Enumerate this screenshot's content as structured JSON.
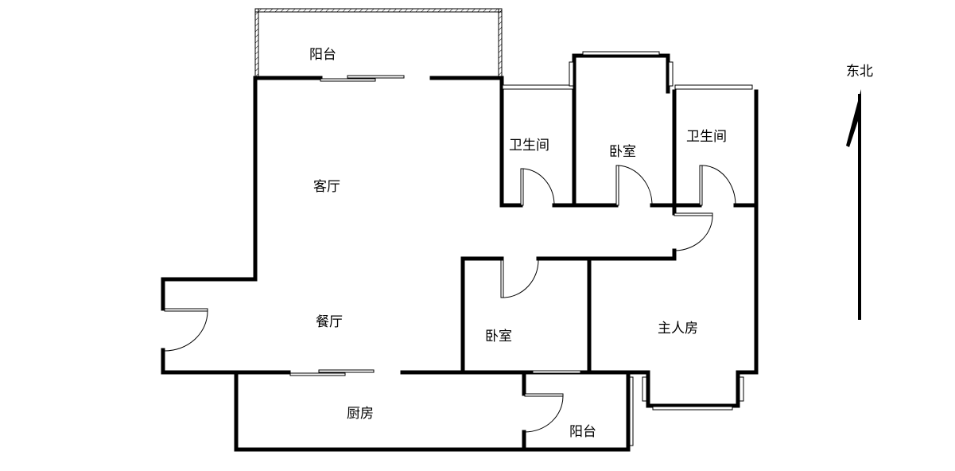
{
  "rooms": {
    "balcony_top": "阳台",
    "living_room": "客厅",
    "bathroom_1": "卫生间",
    "bedroom_north": "卧室",
    "bathroom_2": "卫生间",
    "dining_room": "餐厅",
    "bedroom_south": "卧室",
    "master_bedroom": "主人房",
    "kitchen": "厨房",
    "balcony_bottom": "阳台"
  },
  "compass": {
    "label": "东北"
  },
  "colors": {
    "wall": "#000000",
    "background": "#ffffff"
  }
}
